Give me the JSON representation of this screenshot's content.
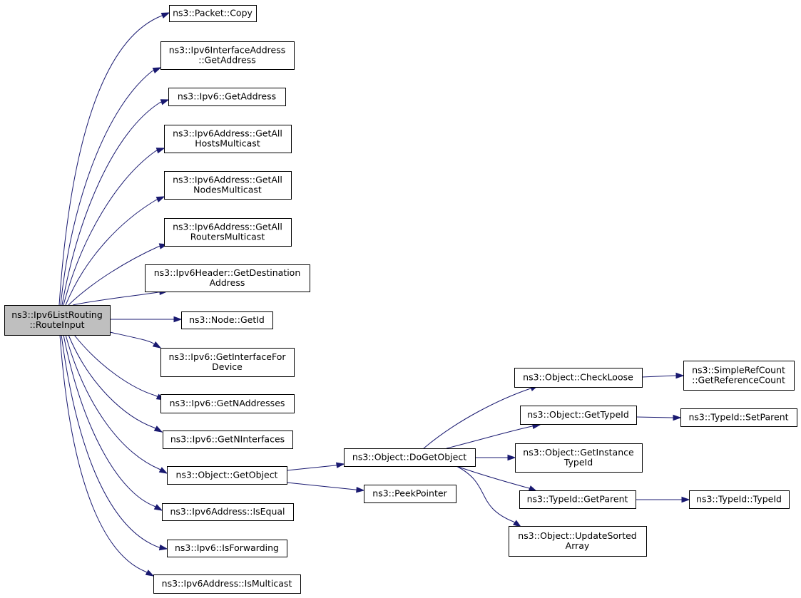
{
  "graph": {
    "root": {
      "lines": [
        "ns3::Ipv6ListRouting",
        "::RouteInput"
      ]
    },
    "nodes": [
      {
        "lines": [
          "ns3::Packet::Copy"
        ]
      },
      {
        "lines": [
          "ns3::Ipv6InterfaceAddress",
          "::GetAddress"
        ]
      },
      {
        "lines": [
          "ns3::Ipv6::GetAddress"
        ]
      },
      {
        "lines": [
          "ns3::Ipv6Address::GetAll",
          "HostsMulticast"
        ]
      },
      {
        "lines": [
          "ns3::Ipv6Address::GetAll",
          "NodesMulticast"
        ]
      },
      {
        "lines": [
          "ns3::Ipv6Address::GetAll",
          "RoutersMulticast"
        ]
      },
      {
        "lines": [
          "ns3::Ipv6Header::GetDestination",
          "Address"
        ]
      },
      {
        "lines": [
          "ns3::Node::GetId"
        ]
      },
      {
        "lines": [
          "ns3::Ipv6::GetInterfaceFor",
          "Device"
        ]
      },
      {
        "lines": [
          "ns3::Ipv6::GetNAddresses"
        ]
      },
      {
        "lines": [
          "ns3::Ipv6::GetNInterfaces"
        ]
      },
      {
        "lines": [
          "ns3::Object::GetObject"
        ]
      },
      {
        "lines": [
          "ns3::Ipv6Address::IsEqual"
        ]
      },
      {
        "lines": [
          "ns3::Ipv6::IsForwarding"
        ]
      },
      {
        "lines": [
          "ns3::Ipv6Address::IsMulticast"
        ]
      },
      {
        "lines": [
          "ns3::Object::DoGetObject"
        ]
      },
      {
        "lines": [
          "ns3::PeekPointer"
        ]
      },
      {
        "lines": [
          "ns3::Object::CheckLoose"
        ]
      },
      {
        "lines": [
          "ns3::Object::GetTypeId"
        ]
      },
      {
        "lines": [
          "ns3::Object::GetInstance",
          "TypeId"
        ]
      },
      {
        "lines": [
          "ns3::TypeId::GetParent"
        ]
      },
      {
        "lines": [
          "ns3::Object::UpdateSorted",
          "Array"
        ]
      },
      {
        "lines": [
          "ns3::SimpleRefCount",
          "::GetReferenceCount"
        ]
      },
      {
        "lines": [
          "ns3::TypeId::SetParent"
        ]
      },
      {
        "lines": [
          "ns3::TypeId::TypeId"
        ]
      }
    ]
  },
  "colors": {
    "edge": "#191970",
    "root_fill": "#bfbfbf",
    "node_fill": "#ffffff",
    "border": "#000000"
  }
}
